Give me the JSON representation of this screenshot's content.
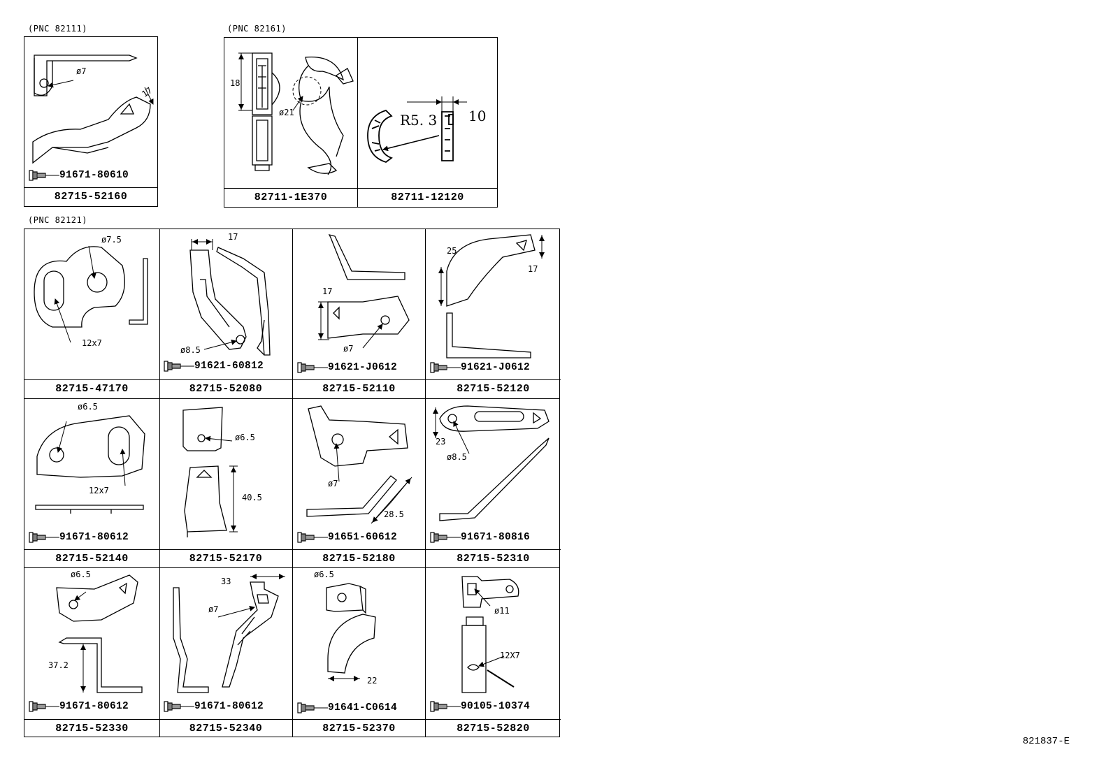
{
  "groups": {
    "g1": "(PNC 82111)",
    "g2": "(PNC 82161)",
    "g3": "(PNC 82121)"
  },
  "parts": {
    "p1": {
      "caption": "82715-52160",
      "bolt": "91671-80610",
      "dims": [
        "ø7",
        "17"
      ]
    },
    "p2": {
      "caption": "82711-1E370",
      "dims": [
        "18",
        "ø21"
      ]
    },
    "p3": {
      "caption": "82711-12120",
      "dims": [
        "R5. 3",
        "10"
      ]
    },
    "p4": {
      "caption": "82715-47170",
      "dims": [
        "ø7.5",
        "12x7"
      ]
    },
    "p5": {
      "caption": "82715-52080",
      "bolt": "91621-60812",
      "dims": [
        "17",
        "ø8.5"
      ]
    },
    "p6": {
      "caption": "82715-52110",
      "bolt": "91621-J0612",
      "dims": [
        "17",
        "ø7"
      ]
    },
    "p7": {
      "caption": "82715-52120",
      "bolt": "91621-J0612",
      "dims": [
        "25",
        "17"
      ]
    },
    "p8": {
      "caption": "82715-52140",
      "bolt": "91671-80612",
      "dims": [
        "ø6.5",
        "12x7"
      ]
    },
    "p9": {
      "caption": "82715-52170",
      "dims": [
        "ø6.5",
        "40.5"
      ]
    },
    "p10": {
      "caption": "82715-52180",
      "bolt": "91651-60612",
      "dims": [
        "ø7",
        "28.5"
      ]
    },
    "p11": {
      "caption": "82715-52310",
      "bolt": "91671-80816",
      "dims": [
        "23",
        "ø8.5"
      ]
    },
    "p12": {
      "caption": "82715-52330",
      "bolt": "91671-80612",
      "dims": [
        "ø6.5",
        "37.2"
      ]
    },
    "p13": {
      "caption": "82715-52340",
      "bolt": "91671-80612",
      "dims": [
        "33",
        "ø7"
      ]
    },
    "p14": {
      "caption": "82715-52370",
      "bolt": "91641-C0614",
      "dims": [
        "ø6.5",
        "22"
      ]
    },
    "p15": {
      "caption": "82715-52820",
      "bolt": "90105-10374",
      "dims": [
        "ø11",
        "12X7"
      ]
    }
  },
  "figure_ref": "821837-E",
  "icons": {
    "bolt": "flange-bolt-icon",
    "screw": "screw-icon"
  }
}
